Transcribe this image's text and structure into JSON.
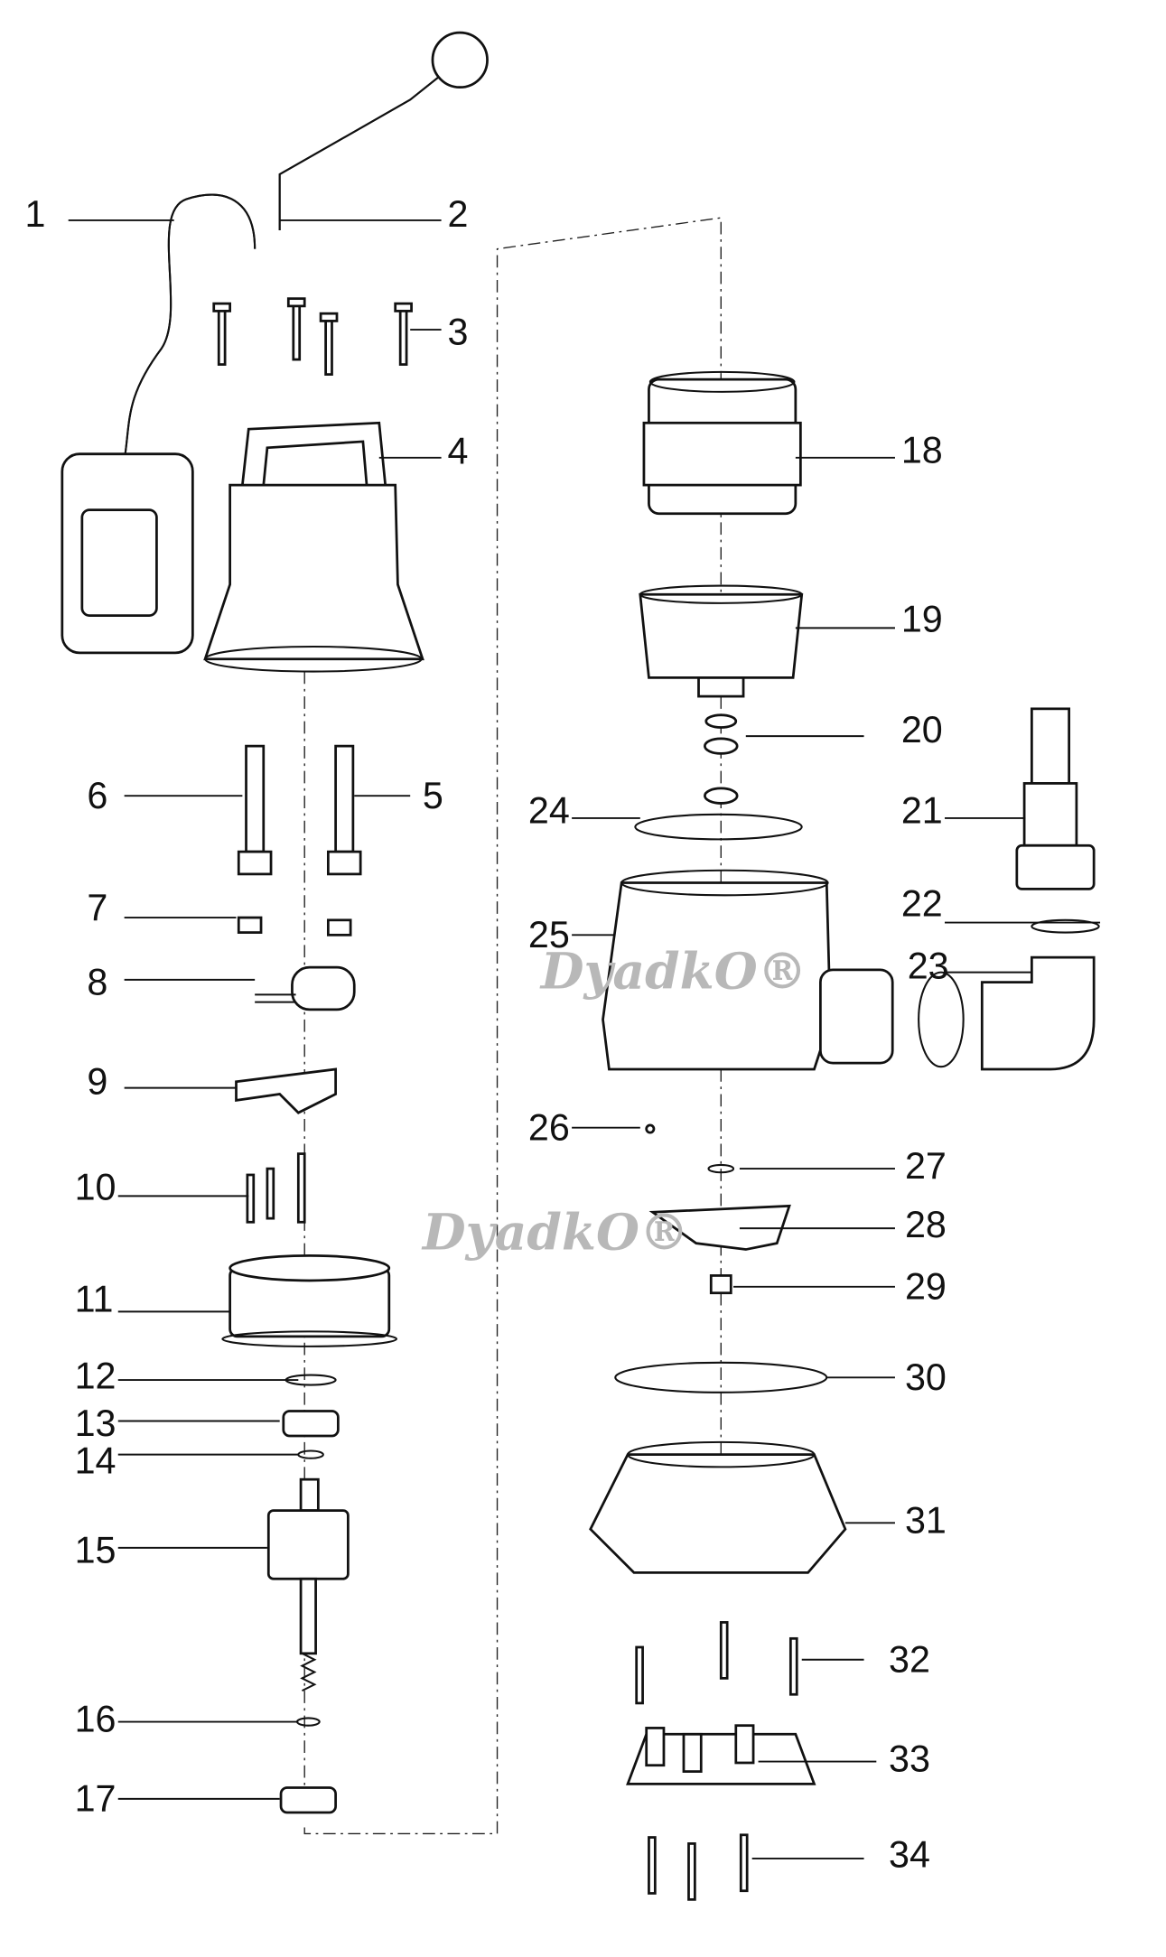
{
  "diagram": {
    "title": "Submersible pump exploded parts view",
    "watermarks": [
      "DyadkO®",
      "DyadkO®"
    ],
    "callouts": [
      "1",
      "2",
      "3",
      "4",
      "5",
      "6",
      "7",
      "8",
      "9",
      "10",
      "11",
      "12",
      "13",
      "14",
      "15",
      "16",
      "17",
      "18",
      "19",
      "20",
      "21",
      "22",
      "23",
      "24",
      "25",
      "26",
      "27",
      "28",
      "29",
      "30",
      "31",
      "32",
      "33",
      "34"
    ]
  }
}
